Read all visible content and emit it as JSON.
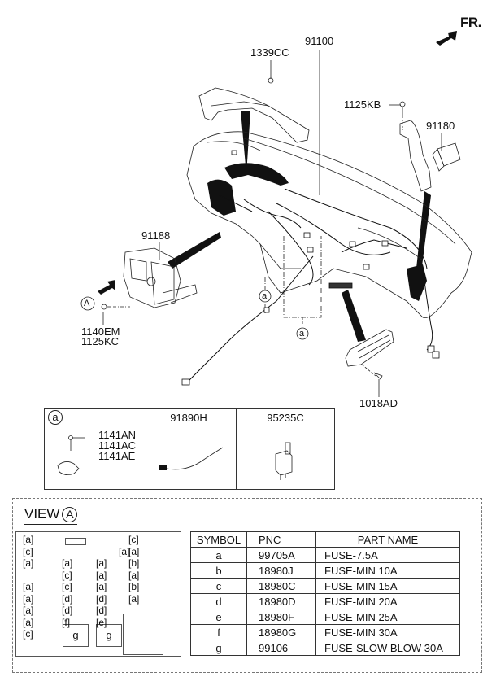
{
  "direction": {
    "label": "FR.",
    "icon": "front-direction-arrow-icon"
  },
  "part_labels": {
    "p91100": "91100",
    "p1339CC": "1339CC",
    "p1125KB": "1125KB",
    "p91180": "91180",
    "p91188": "91188",
    "p1140EM": "1140EM",
    "p1125KC": "1125KC",
    "p1018AD": "1018AD",
    "view_marker": "A",
    "ref_a1": "a",
    "ref_a2": "a"
  },
  "callout_table": {
    "headers": [
      "a",
      "91890H",
      "95235C"
    ],
    "a_parts": [
      "1141AN",
      "1141AC",
      "1141AE"
    ]
  },
  "view": {
    "title": "VIEW",
    "marker": "A",
    "fuse_slots": [
      {
        "s": "a",
        "col": 0,
        "row": 0
      },
      {
        "s": "c",
        "col": 3,
        "row": 0
      },
      {
        "s": "c",
        "col": 0,
        "row": 1
      },
      {
        "s": "a",
        "col": 2.6,
        "row": 1
      },
      {
        "s": "a",
        "col": 3,
        "row": 1
      },
      {
        "s": "a",
        "col": 0,
        "row": 2
      },
      {
        "s": "a",
        "col": 1,
        "row": 2
      },
      {
        "s": "a",
        "col": 2,
        "row": 2
      },
      {
        "s": "b",
        "col": 3,
        "row": 2
      },
      {
        "s": "c",
        "col": 1,
        "row": 3
      },
      {
        "s": "a",
        "col": 2,
        "row": 3
      },
      {
        "s": "a",
        "col": 3,
        "row": 3
      },
      {
        "s": "a",
        "col": 0,
        "row": 4
      },
      {
        "s": "c",
        "col": 1,
        "row": 4
      },
      {
        "s": "a",
        "col": 2,
        "row": 4
      },
      {
        "s": "b",
        "col": 3,
        "row": 4
      },
      {
        "s": "a",
        "col": 0,
        "row": 5
      },
      {
        "s": "d",
        "col": 1,
        "row": 5
      },
      {
        "s": "d",
        "col": 2,
        "row": 5
      },
      {
        "s": "a",
        "col": 3,
        "row": 5
      },
      {
        "s": "a",
        "col": 0,
        "row": 6
      },
      {
        "s": "d",
        "col": 1,
        "row": 6
      },
      {
        "s": "d",
        "col": 2,
        "row": 6
      },
      {
        "s": "a",
        "col": 0,
        "row": 7
      },
      {
        "s": "f",
        "col": 1,
        "row": 7
      },
      {
        "s": "e",
        "col": 2,
        "row": 7
      },
      {
        "s": "c",
        "col": 0,
        "row": 8
      }
    ],
    "slow_blow": [
      "g",
      "g"
    ]
  },
  "fuse_table": {
    "headers": [
      "SYMBOL",
      "PNC",
      "PART NAME"
    ],
    "rows": [
      [
        "a",
        "99705A",
        "FUSE-7.5A"
      ],
      [
        "b",
        "18980J",
        "FUSE-MIN 10A"
      ],
      [
        "c",
        "18980C",
        "FUSE-MIN 15A"
      ],
      [
        "d",
        "18980D",
        "FUSE-MIN 20A"
      ],
      [
        "e",
        "18980F",
        "FUSE-MIN 25A"
      ],
      [
        "f",
        "18980G",
        "FUSE-MIN 30A"
      ],
      [
        "g",
        "99106",
        "FUSE-SLOW BLOW 30A"
      ]
    ]
  }
}
